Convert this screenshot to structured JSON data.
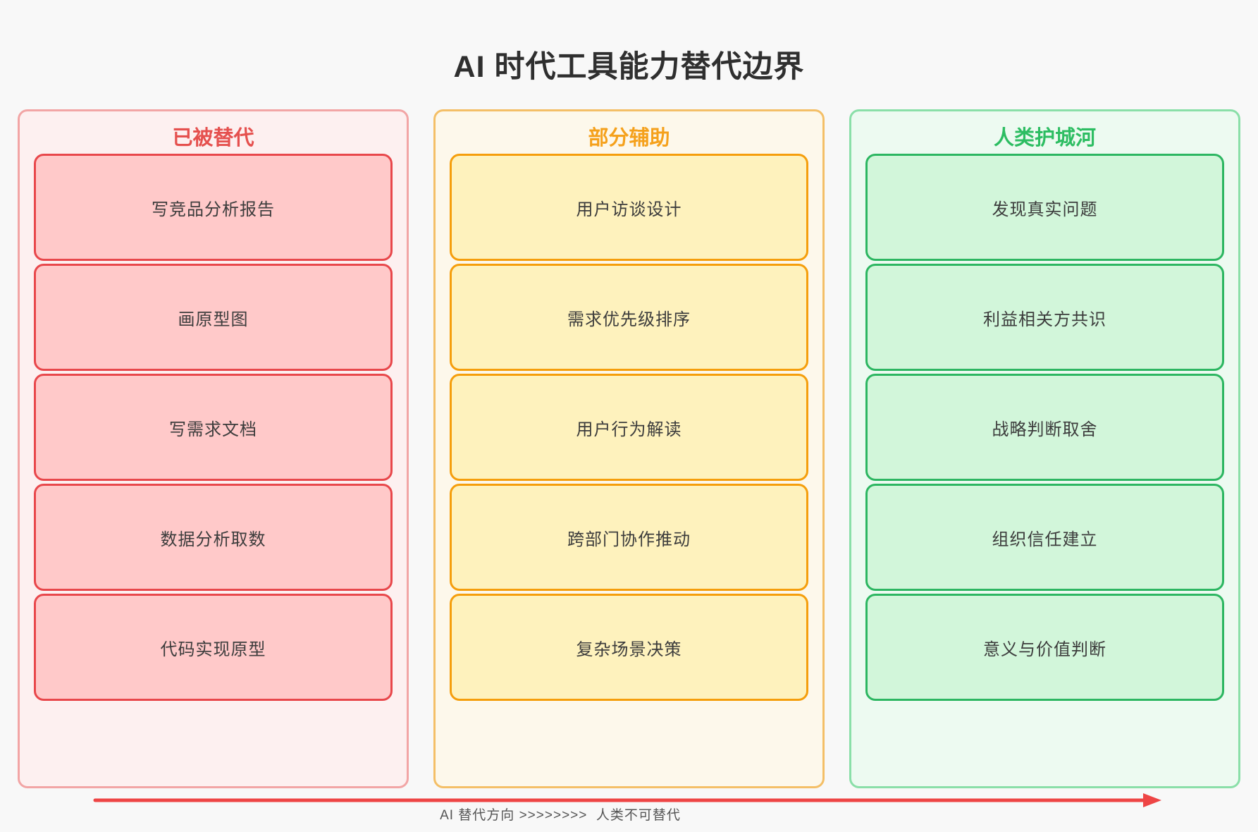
{
  "title": "AI 时代工具能力替代边界",
  "columns": [
    {
      "id": "replaced",
      "label": "已被替代",
      "header_color": "#e5504e",
      "column_border": "#f2a5a5",
      "column_bg": "#fdf0f0",
      "box_border": "#e8474b",
      "box_bg": "#ffc9c9",
      "items": [
        "写竞品分析报告",
        "画原型图",
        "写需求文档",
        "数据分析取数",
        "代码实现原型"
      ]
    },
    {
      "id": "partially-assisted",
      "label": "部分辅助",
      "header_color": "#f5a11c",
      "column_border": "#f4bf67",
      "column_bg": "#fdf8eb",
      "box_border": "#f59e0b",
      "box_bg": "#fef2bd",
      "items": [
        "用户访谈设计",
        "需求优先级排序",
        "用户行为解读",
        "跨部门协作推动",
        "复杂场景决策"
      ]
    },
    {
      "id": "human-moat",
      "label": "人类护城河",
      "header_color": "#2dbd62",
      "column_border": "#8adfa8",
      "column_bg": "#edfaf1",
      "box_border": "#2cb661",
      "box_bg": "#d2f6da",
      "items": [
        "发现真实问题",
        "利益相关方共识",
        "战略判断取舍",
        "组织信任建立",
        "意义与价值判断"
      ]
    }
  ],
  "footer": {
    "caption": "AI 替代方向 >>>>>>>>  人类不可替代",
    "arrow_color": "#ee4545",
    "text_color": "#555555"
  }
}
